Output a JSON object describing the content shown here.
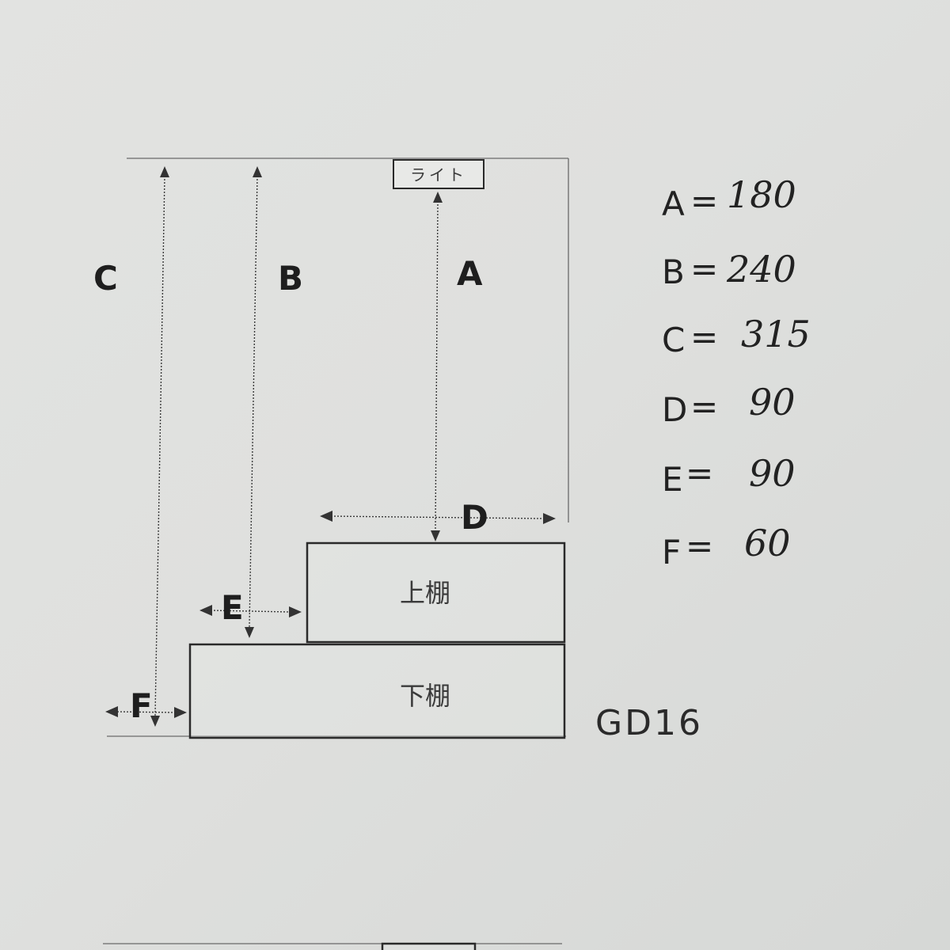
{
  "diagram": {
    "light_label": "ライト",
    "upper_shelf_label": "上棚",
    "lower_shelf_label": "下棚",
    "dimension_labels": {
      "a": "A",
      "b": "B",
      "c": "C",
      "d": "D",
      "e": "E",
      "f": "F"
    },
    "model_code": "GD16"
  },
  "legend": {
    "rows": [
      {
        "key": "A",
        "sep": "=",
        "value": "180"
      },
      {
        "key": "B",
        "sep": "=",
        "value": "240"
      },
      {
        "key": "C",
        "sep": "=",
        "value": "315"
      },
      {
        "key": "D",
        "sep": "=",
        "value": "90"
      },
      {
        "key": "E",
        "sep": "=",
        "value": "90"
      },
      {
        "key": "F",
        "sep": "=",
        "value": "60"
      }
    ]
  }
}
